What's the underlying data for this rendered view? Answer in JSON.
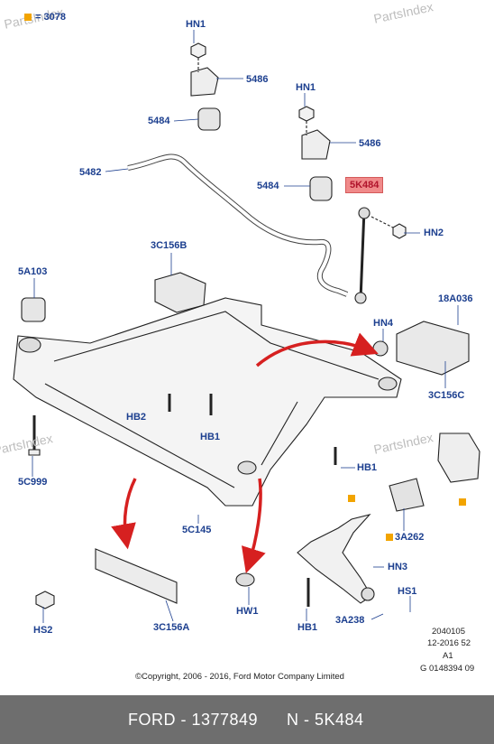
{
  "watermark": "PartsIndex",
  "legend": {
    "text": "= 3078",
    "color": "#f2a400"
  },
  "labels": {
    "hn1_top": "HN1",
    "p5486_top": "5486",
    "p5484_top": "5484",
    "p5482": "5482",
    "hn1_right": "HN1",
    "p5486_right": "5486",
    "p5484_right": "5484",
    "p5k484": "5K484",
    "hn2": "HN2",
    "p3c156b": "3C156B",
    "p5a103": "5A103",
    "p18a036": "18A036",
    "hn4": "HN4",
    "p3c156c": "3C156C",
    "hb2": "HB2",
    "hb1_mid": "HB1",
    "hb1_right": "HB1",
    "p5c999": "5C999",
    "p5c145": "5C145",
    "p3a262": "3A262",
    "hn3": "HN3",
    "hs1": "HS1",
    "p3a238": "3A238",
    "hb1_bottom": "HB1",
    "hw1": "HW1",
    "hs2": "HS2",
    "p3c156a": "3C156A"
  },
  "meta": {
    "line1": "2040105",
    "line2": "12-2016 52",
    "line3": "A1",
    "line4": "G 0148394 09"
  },
  "copyright": "©Copyright, 2006 - 2016, Ford Motor Company Limited",
  "footer": {
    "left": "FORD - 1377849",
    "right": "N - 5K484"
  },
  "colors": {
    "label": "#1c3f8f",
    "highlight": "#f08a8a",
    "arrow": "#d62020",
    "footer_bg": "#6e6e6e"
  }
}
